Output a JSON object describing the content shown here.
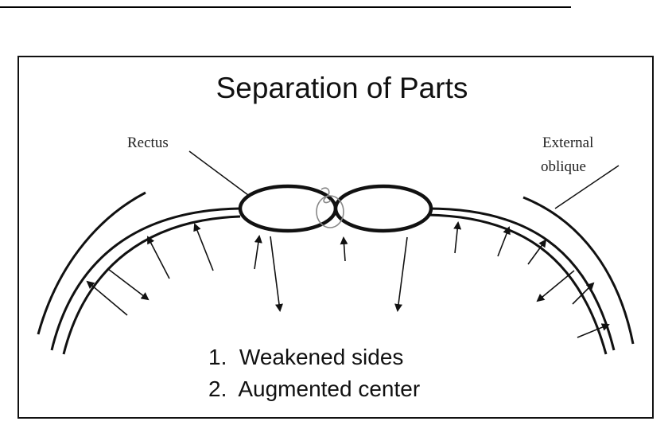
{
  "diagram": {
    "title": "Separation of Parts",
    "labels": {
      "rectus": "Rectus",
      "external_line1": "External",
      "external_line2": "oblique"
    },
    "list": [
      "1.  Weakened sides",
      "2.  Augmented center"
    ]
  }
}
